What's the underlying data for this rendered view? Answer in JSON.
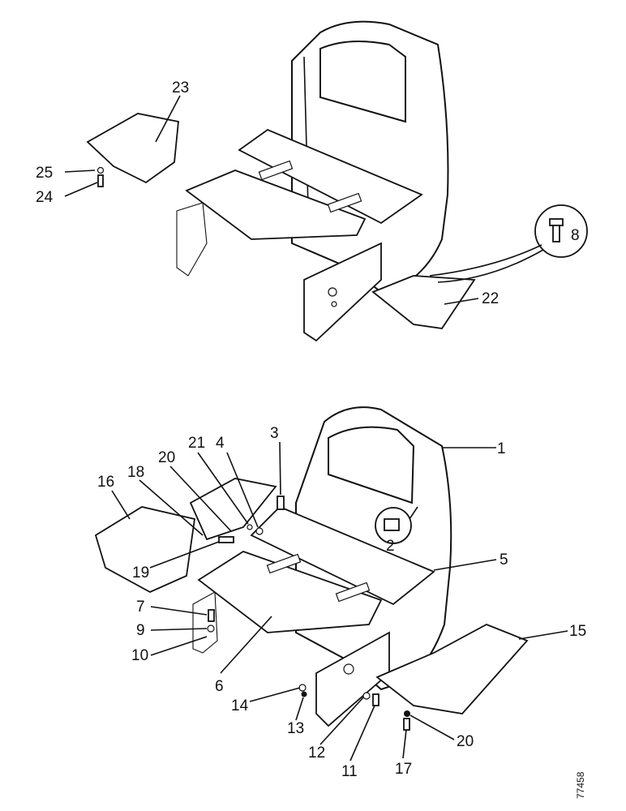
{
  "callouts": {
    "c1": "1",
    "c2": "2",
    "c3": "3",
    "c4": "4",
    "c5": "5",
    "c6": "6",
    "c7": "7",
    "c8": "8",
    "c9": "9",
    "c10": "10",
    "c11": "11",
    "c12": "12",
    "c13": "13",
    "c14": "14",
    "c15": "15",
    "c16": "16",
    "c17": "17",
    "c18": "18",
    "c19": "19",
    "c20a": "20",
    "c20b": "20",
    "c21": "21",
    "c22": "22",
    "c23": "23",
    "c24": "24",
    "c25": "25"
  },
  "drawing_ref": "77458"
}
